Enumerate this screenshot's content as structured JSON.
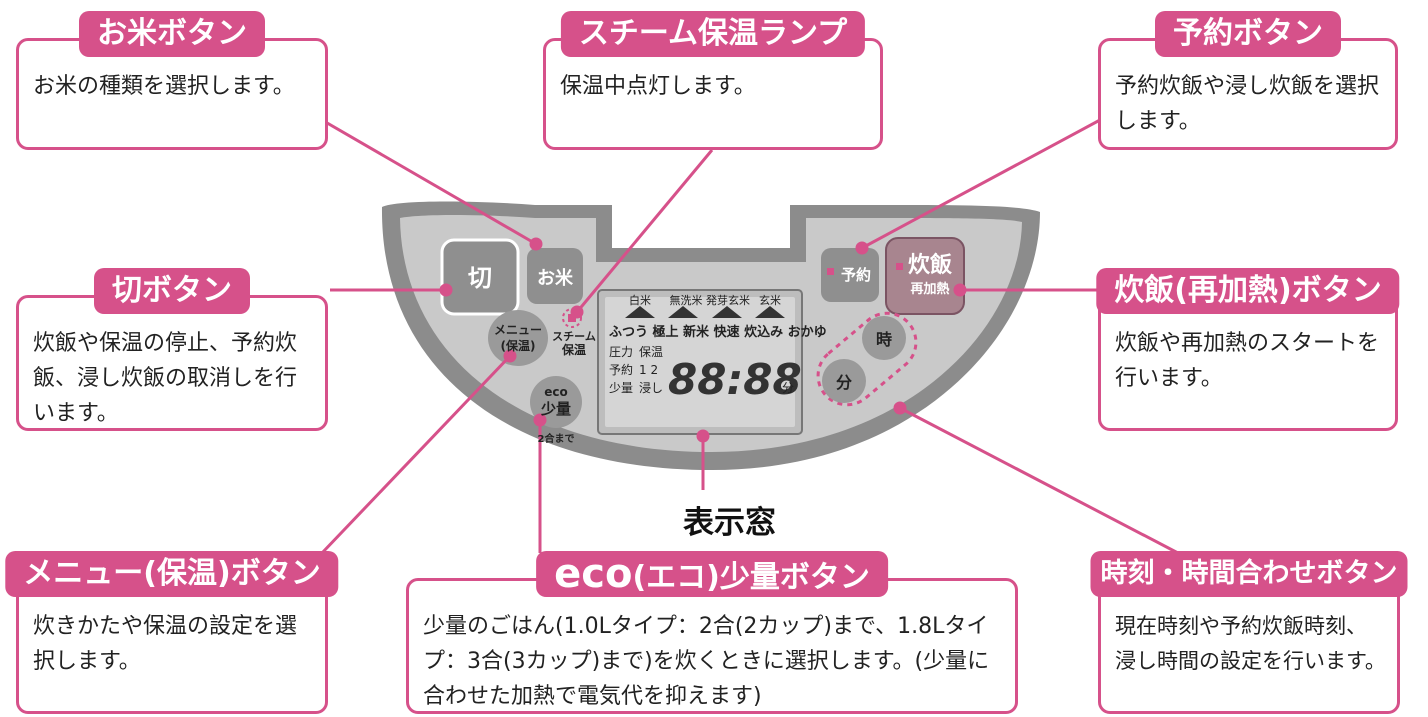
{
  "callouts": {
    "rice": {
      "title": "お米ボタン",
      "desc": "お米の種類を選択します。"
    },
    "steam": {
      "title": "スチーム保温ランプ",
      "desc": "保温中点灯します。"
    },
    "timer": {
      "title": "予約ボタン",
      "desc": "予約炊飯や浸し炊飯を選択します。"
    },
    "off": {
      "title": "切ボタン",
      "desc": "炊飯や保温の停止、予約炊飯、浸し炊飯の取消しを行います。"
    },
    "cook": {
      "title": "炊飯(再加熱)ボタン",
      "desc": "炊飯や再加熱のスタートを行います。"
    },
    "menu": {
      "title": "メニュー(保温)ボタン",
      "desc": "炊きかたや保温の設定を選択します。"
    },
    "eco": {
      "title_eco": "eco",
      "title_rest": "(エコ)少量ボタン",
      "desc": "少量のごはん(1.0Lタイプ：2合(2カップ)まで、1.8Lタイプ：3合(3カップ)まで)を炊くときに選択します。(少量に合わせた加熱で電気代を抑えます)"
    },
    "clock": {
      "title": "時刻・時間合わせボタン",
      "desc": "現在時刻や予約炊飯時刻、浸し時間の設定を行います。"
    }
  },
  "display_caption": "表示窓",
  "panel": {
    "off_label": "切",
    "rice_label": "お米",
    "menu_label_1": "メニュー",
    "menu_label_2": "(保温)",
    "steam_label_1": "スチーム",
    "steam_label_2": "保温",
    "eco_badge": "eco",
    "eco_label": "少量",
    "eco_sub": "2合まで",
    "timer_label": "予約",
    "cook_label": "炊飯",
    "cook_sub": "再加熱",
    "hour_label": "時",
    "minute_label": "分",
    "lcd": {
      "rice_types": [
        "白米",
        "無洗米",
        "発芽玄米",
        "玄米"
      ],
      "modes": "ふつう 極上 新米 快速 炊込み おかゆ",
      "pressure": "圧力",
      "keep_warm": "保温",
      "reserve": "予約",
      "reserve_nums": "1 2",
      "small": "少量",
      "soak": "浸し",
      "digits": "88:88",
      "minute_unit": "分"
    }
  },
  "colors": {
    "accent": "#d6518a",
    "panel_outer": "#8c8c8c",
    "panel_inner": "#c9c9c9",
    "lcd_bg": "#d5d5d5",
    "cook_button": "#a8858f"
  }
}
